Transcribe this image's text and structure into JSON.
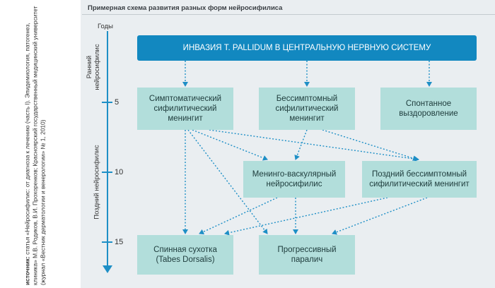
{
  "source": {
    "label": "источник:",
    "text": "статья «Нейросифилис: от диагноза к лечению (часть I). Эпидемиология, патогенез, клиника» М.В. Родиков, В.И. Прохоренков; Красноярский государственный медицинский университет (журнал «Вестник дерматологии и венерологии» № 1, 2010)"
  },
  "diagram": {
    "title": "Примерная схема развития разных форм нейросифилиса",
    "axis": {
      "title": "Годы",
      "ticks": [
        "5",
        "10",
        "15"
      ],
      "phases": [
        "Ранний нейросифилис",
        "Поздний нейросифилис"
      ]
    },
    "nodes": {
      "invasion": "ИНВАЗИЯ T. PALLIDUM В ЦЕНТРАЛЬНУЮ НЕРВНУЮ СИСТЕМУ",
      "symptomatic": "Симптоматический сифилитический менингит",
      "asymptomatic": "Бессимптомный сифилитический менингит",
      "recovery": "Спонтанное выздоровление",
      "meningovascular": "Менинго-васкулярный нейросифилис",
      "late_asymptomatic": "Поздний бессимптомный сифилитический менингит",
      "tabes": "Спинная сухотка (Tabes Dorsalis)",
      "paralysis": "Прогрессивный паралич"
    },
    "colors": {
      "accent": "#1288c0",
      "node": "#b2dedb",
      "arrow": "#1e8fc6",
      "panel": "#eaeef1"
    }
  }
}
